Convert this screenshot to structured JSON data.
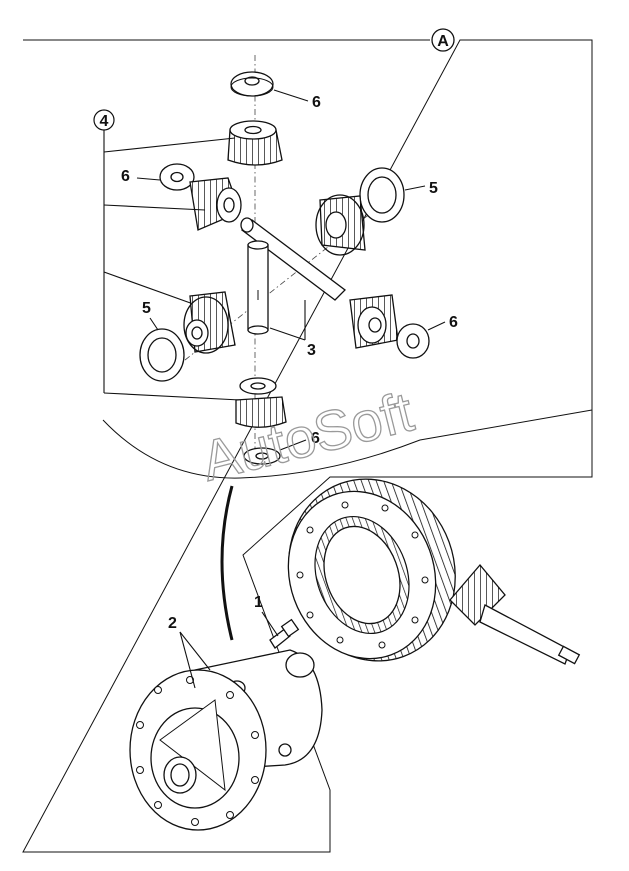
{
  "figure": {
    "view_label": "A",
    "watermark": "AutoSoft",
    "callouts": {
      "spider_gear_top": "4",
      "thrust_washer_top": "6",
      "thrust_washer_left": "6",
      "side_gear_washer_right": "5",
      "pinion_washer_right": "6",
      "side_gear_washer_left": "5",
      "cross_shaft": "3",
      "thrust_washer_bottom": "6",
      "bolt": "1",
      "housing": "2"
    }
  }
}
